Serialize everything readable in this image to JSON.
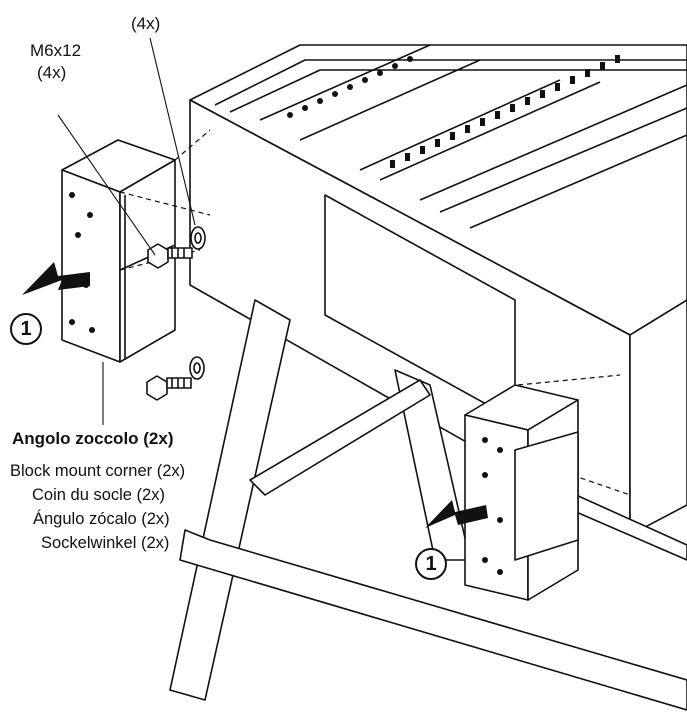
{
  "labels": {
    "washer_qty": "(4x)",
    "screw_size": "M6x12",
    "screw_qty": "(4x)",
    "part_name": [
      "Angolo zoccolo (2x)",
      "Block mount corner (2x)",
      "Coin du socle (2x)",
      "Ángulo zócalo (2x)",
      "Sockelwinkel (2x)"
    ]
  },
  "steps": [
    "1",
    "1"
  ],
  "colors": {
    "ink": "#111111",
    "paper": "#ffffff"
  },
  "icons": [
    "push-arrow-icon",
    "hex-bolt-icon",
    "washer-icon"
  ]
}
